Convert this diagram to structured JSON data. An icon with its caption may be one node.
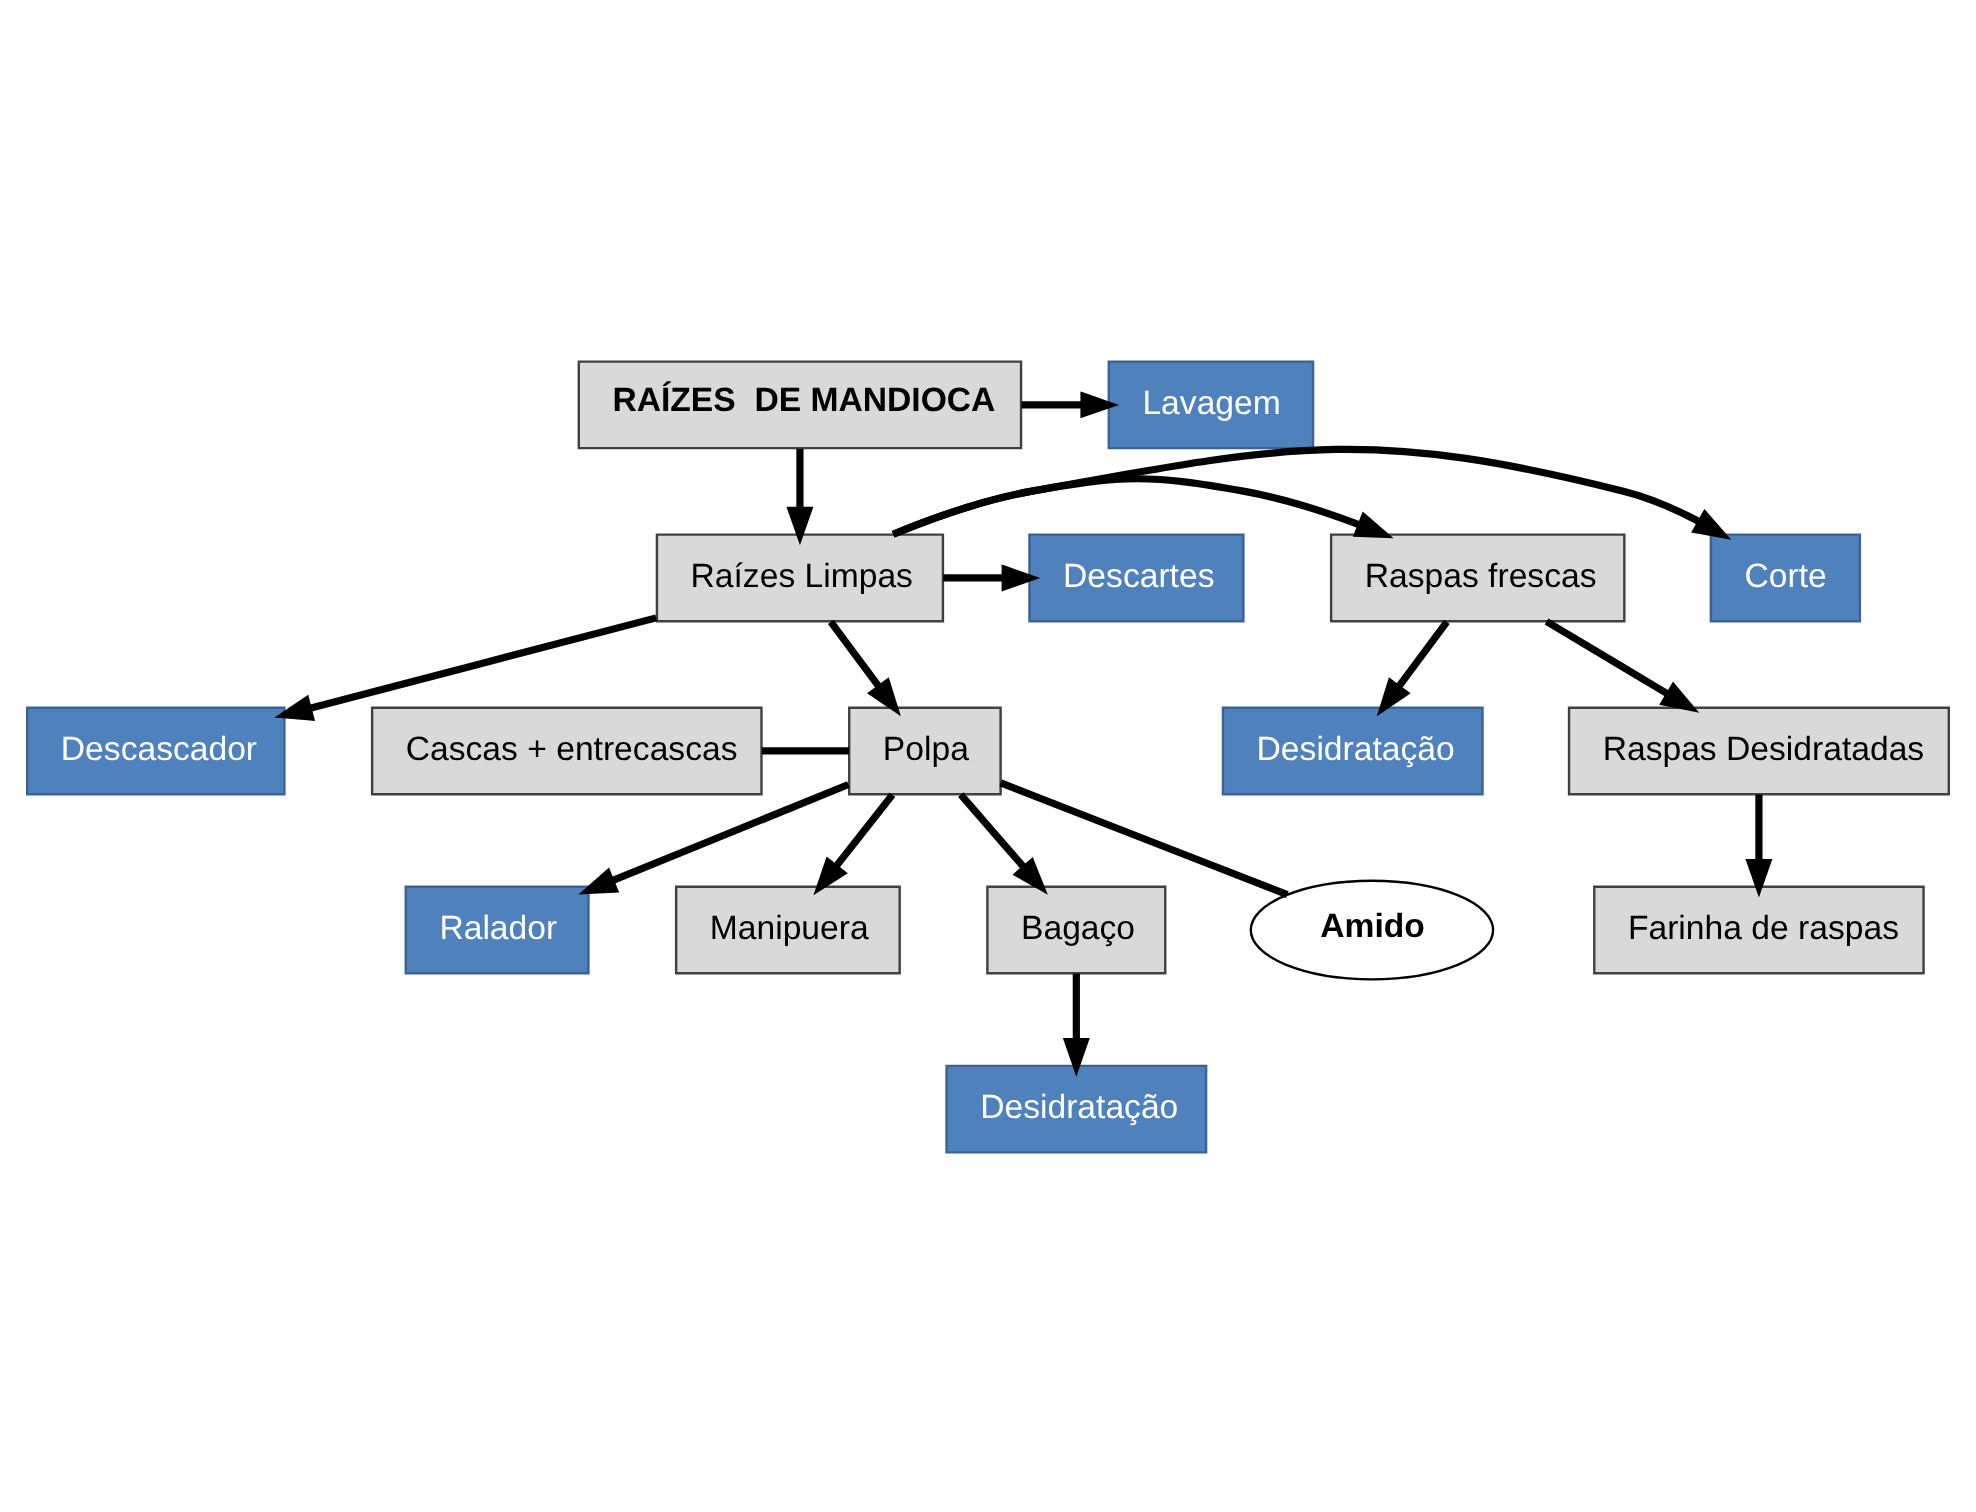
{
  "diagram": {
    "nodes": [
      {
        "text": [
          "RAÍZES  DE MANDIOCA"
        ]
      },
      {
        "text": [
          "Corte"
        ]
      },
      {
        "text": [
          "Lavagem"
        ]
      },
      {
        "text": [
          "Raspas frescas"
        ]
      },
      {
        "text": [
          "Raízes Limpas"
        ]
      },
      {
        "text": [
          "Descartes"
        ]
      },
      {
        "text": [
          "Descascador"
        ]
      },
      {
        "text": [
          "Desidratação"
        ]
      },
      {
        "text": [
          "Raspas Desidratadas"
        ]
      },
      {
        "text": [
          "Cascas + entrecascas"
        ]
      },
      {
        "text": [
          "Polpa"
        ]
      },
      {
        "text": [
          "Ralador"
        ]
      },
      {
        "text": [
          "Manipuera"
        ]
      },
      {
        "text": [
          "Farinha de raspas"
        ]
      },
      {
        "text": [
          "Desidratação"
        ]
      },
      {
        "text": [
          "Bagaço"
        ]
      },
      {
        "text": [
          "Amido"
        ]
      }
    ],
    "edges": [
      {
        "from": 0,
        "to": 4,
        "arrow": "to"
      },
      {
        "from": 0,
        "to": 2,
        "arrow": "to"
      },
      {
        "from": 4,
        "to": 3,
        "arrow": "to"
      },
      {
        "from": 4,
        "to": 1,
        "arrow": "to"
      },
      {
        "from": 4,
        "to": 5,
        "arrow": "to"
      },
      {
        "from": 4,
        "to": 6,
        "arrow": "to"
      },
      {
        "from": 4,
        "to": 10,
        "arrow": "to"
      },
      {
        "from": 9,
        "to": 10,
        "arrow": "none"
      },
      {
        "from": 3,
        "to": 8,
        "arrow": "to"
      },
      {
        "from": 3,
        "to": 7,
        "arrow": "to"
      },
      {
        "from": 8,
        "to": 13,
        "arrow": "to"
      },
      {
        "from": 10,
        "to": 11,
        "arrow": "to"
      },
      {
        "from": 10,
        "to": 12,
        "arrow": "to"
      },
      {
        "from": 10,
        "to": 15,
        "arrow": "to"
      },
      {
        "from": 15,
        "to": 14,
        "arrow": "to"
      },
      {
        "from": 10,
        "to": 16,
        "arrow": "none"
      }
    ]
  }
}
